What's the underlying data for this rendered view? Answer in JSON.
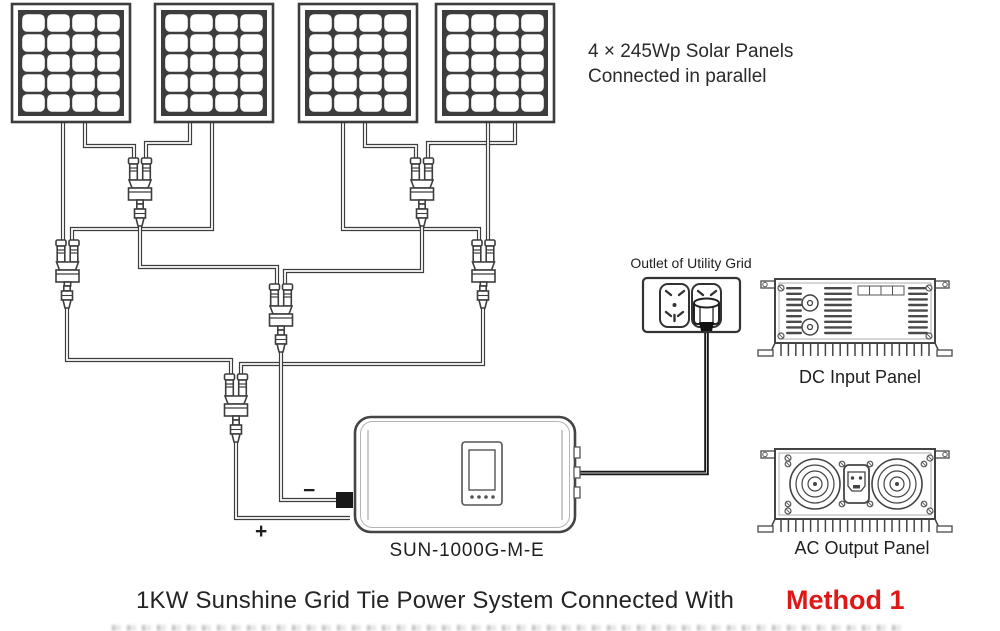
{
  "colors": {
    "line": "#3d3d3d",
    "device": "#444444",
    "red": "#e01717",
    "text": "#262626",
    "background": "#ffffff"
  },
  "top_note": {
    "line1": "4 × 245Wp Solar Panels",
    "line2": "Connected in parallel"
  },
  "solar_array": {
    "panel_count": 4,
    "panel_power": "245Wp",
    "connection": "parallel"
  },
  "outlet": {
    "label": "Outlet of Utility Grid"
  },
  "inverter": {
    "model": "SUN-1000G-M-E",
    "dc_plus": "+",
    "dc_minus": "−"
  },
  "side_views": {
    "dc_label": "DC Input Panel",
    "ac_label": "AC Output Panel"
  },
  "caption": {
    "text": "1KW Sunshine Grid Tie Power System Connected With",
    "highlight": "Method 1"
  }
}
